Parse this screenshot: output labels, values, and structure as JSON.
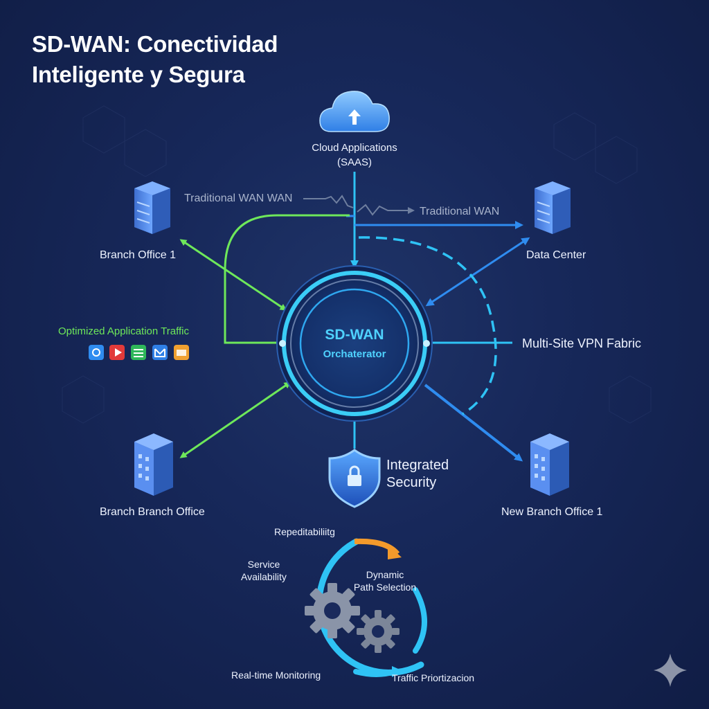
{
  "title": {
    "line1": "SD-WAN: Conectividad",
    "line2": "Inteligente y Segura"
  },
  "cloud": {
    "line1": "Cloud Applications",
    "line2": "(SAAS)"
  },
  "wan_left": "Traditional WAN WAN",
  "wan_right": "Traditional WAN",
  "nodes": {
    "branch1": "Branch Office 1",
    "datacenter": "Data Center",
    "branch_branch": "Branch Branch Office",
    "new_branch": "New Branch Office 1"
  },
  "optimized_traffic": "Optimized Application Traffic",
  "vpn_fabric": "Multi-Site VPN Fabric",
  "hub": {
    "line1": "SD-WAN",
    "line2": "Orchaterator"
  },
  "security": {
    "line1": "Integrated",
    "line2": "Security"
  },
  "cycle": {
    "repeatability": "Repeditabiliitg",
    "service_line1": "Service",
    "service_line2": "Availability",
    "dynamic_line1": "Dynamic",
    "dynamic_line2": "Path Selection",
    "monitoring": "Real-time Monitoring",
    "traffic": "Traffic Priortizacion"
  },
  "app_icons": [
    "camera-app-icon",
    "video-app-icon",
    "sheet-app-icon",
    "mail-app-icon",
    "folder-app-icon"
  ],
  "colors": {
    "background": "#14224f",
    "green": "#6ee85a",
    "blue": "#2f8cf0",
    "cyan": "#2fc3f5",
    "orange": "#f39a2b"
  }
}
